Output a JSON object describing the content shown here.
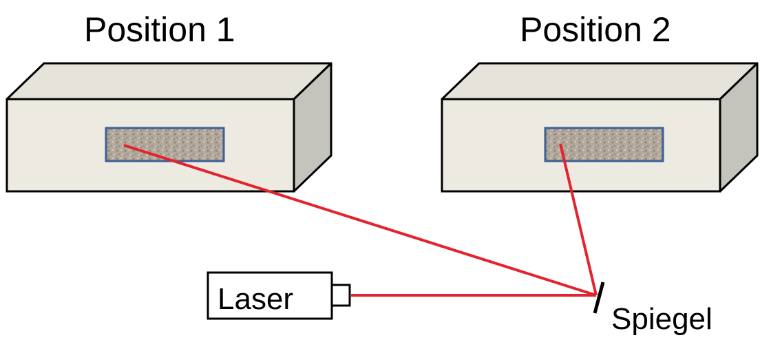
{
  "labels": {
    "position1": "Position 1",
    "position2": "Position 2",
    "laser": "Laser",
    "mirror": "Spiegel"
  },
  "colors": {
    "box_front": "#edebe1",
    "box_top": "#e6e4da",
    "box_side": "#c4c4bc",
    "sample_border": "#3e5f96",
    "sample_fill": "#b3a89c",
    "laser_beam": "#e3232f",
    "outline": "#000000"
  }
}
